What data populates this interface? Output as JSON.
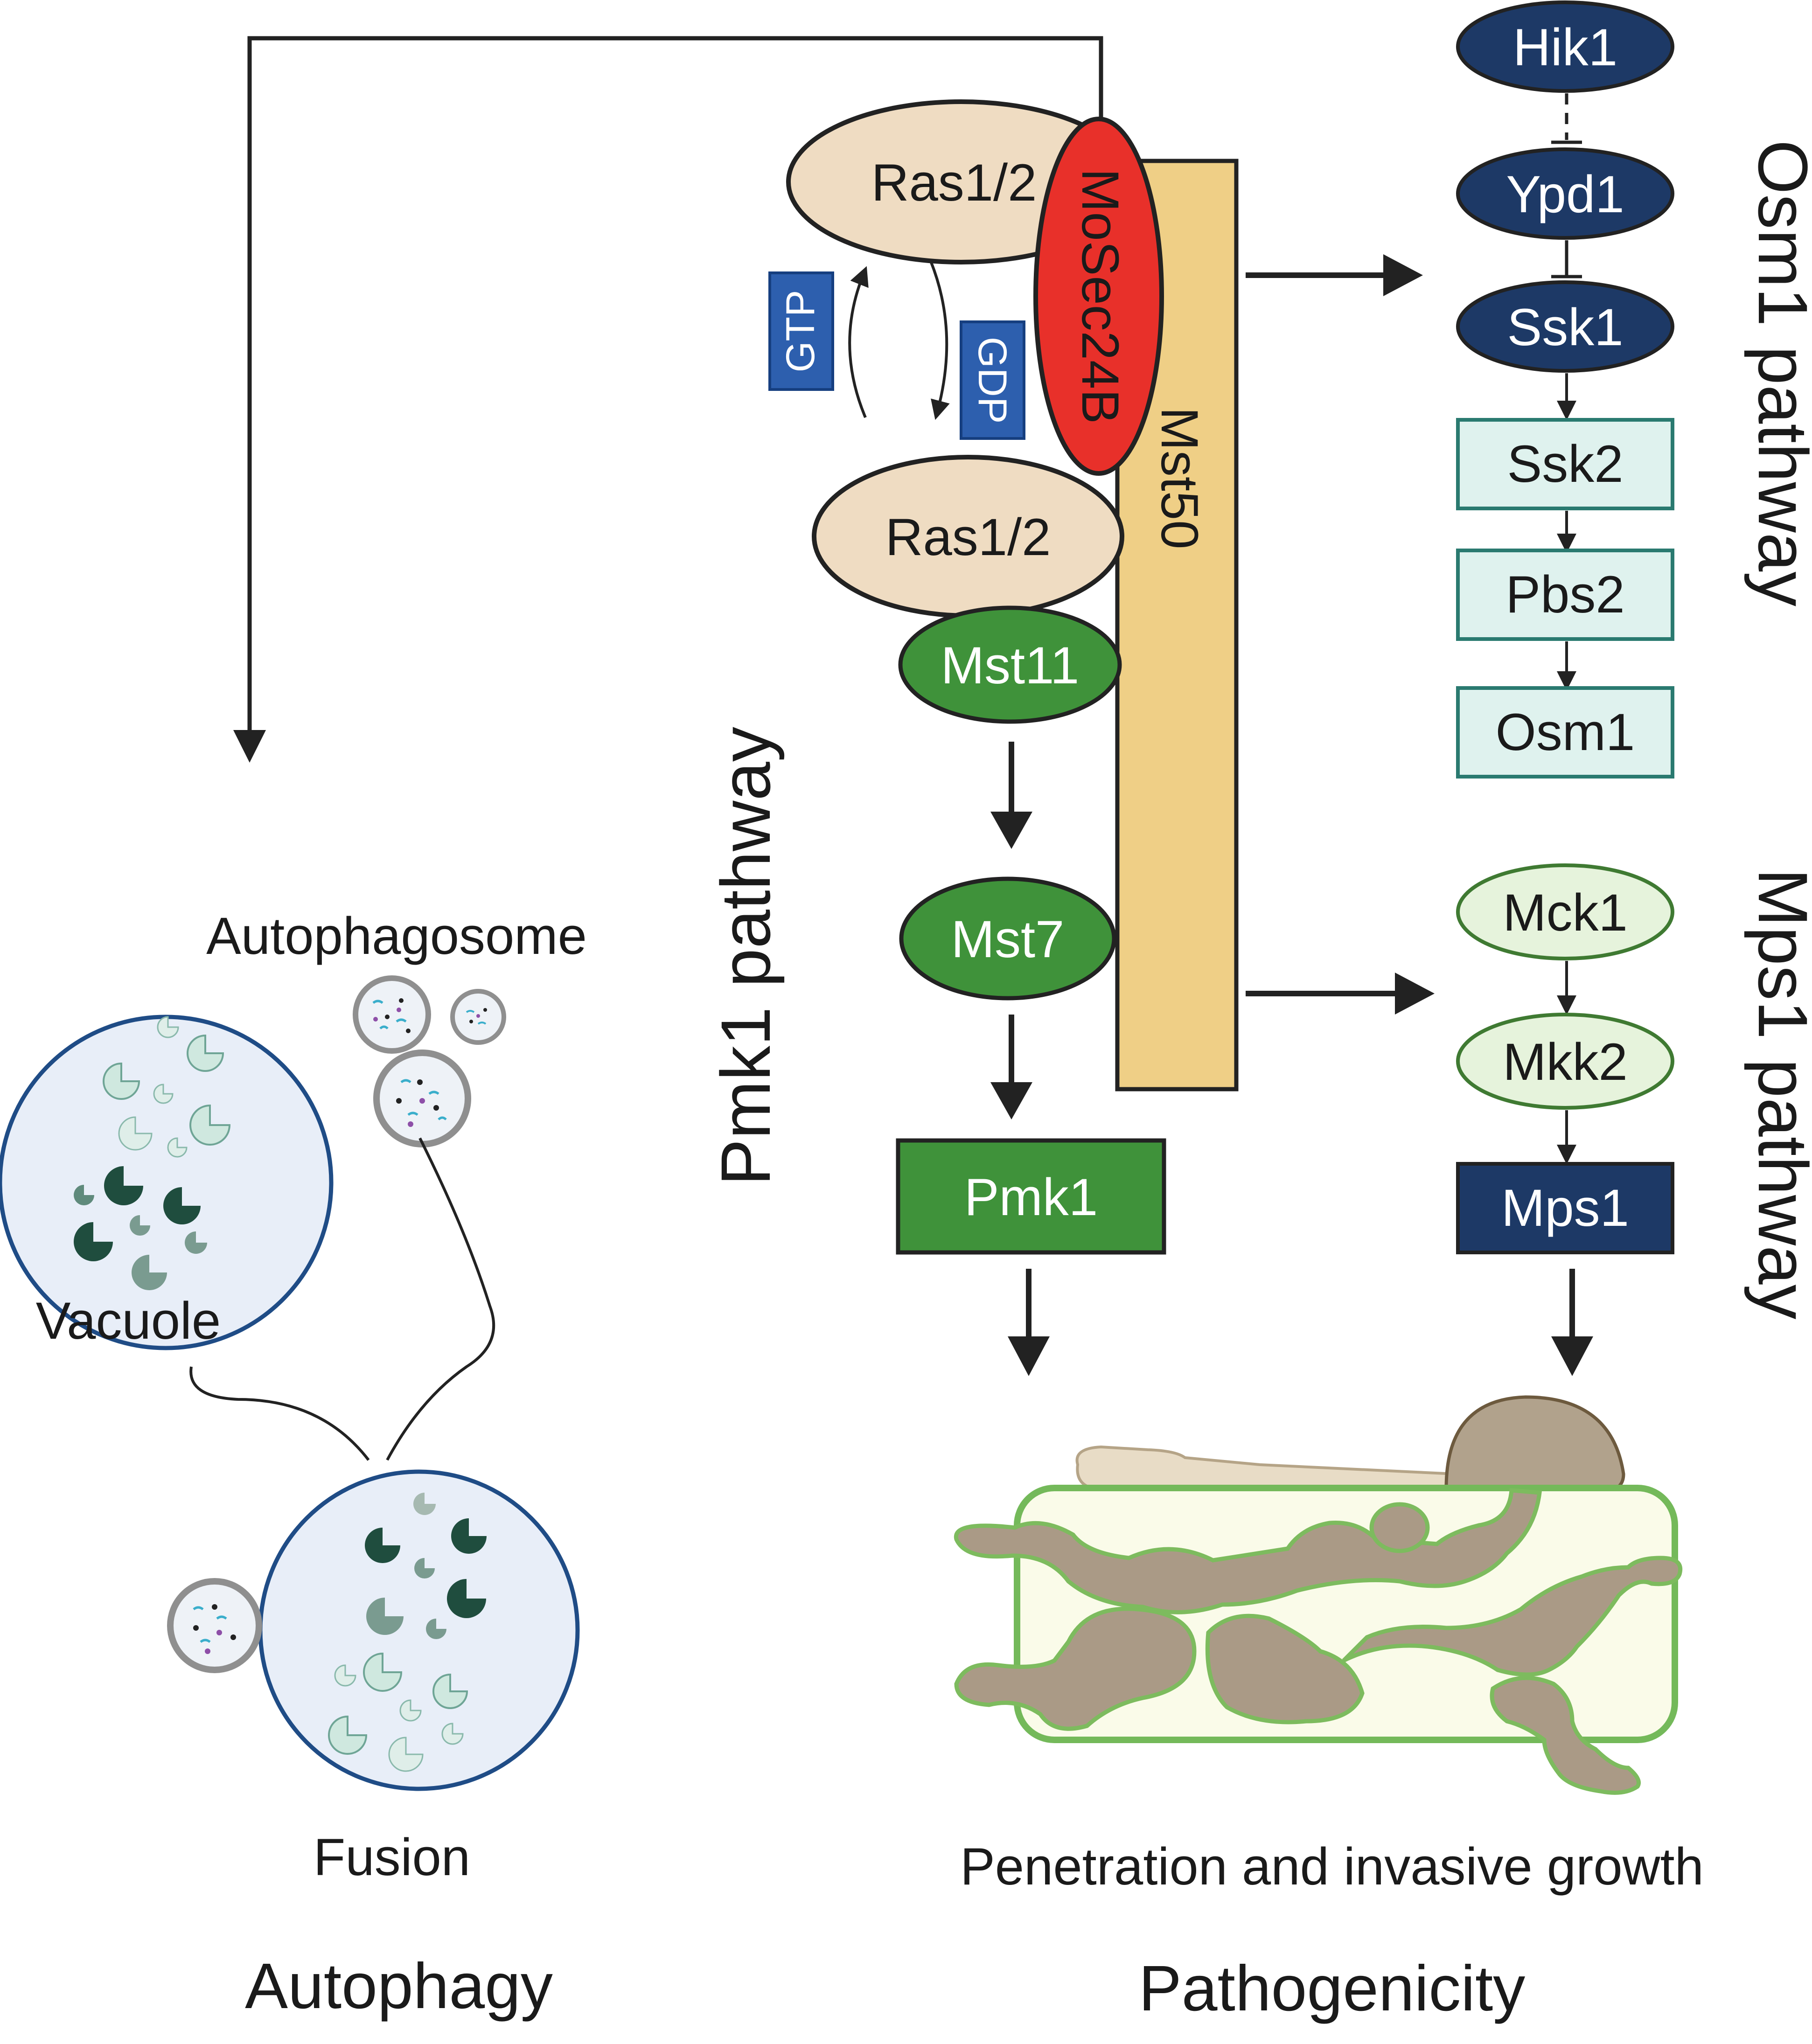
{
  "nodes": {
    "ras_top": "Ras1/2",
    "ras_bottom": "Ras1/2",
    "mosec24b": "MoSec24B",
    "mst50": "Mst50",
    "gtp": "GTP",
    "gdp": "GDP",
    "mst11": "Mst11",
    "mst7": "Mst7",
    "pmk1": "Pmk1",
    "hik1": "Hik1",
    "ypd1": "Ypd1",
    "ssk1": "Ssk1",
    "ssk2": "Ssk2",
    "pbs2": "Pbs2",
    "osm1": "Osm1",
    "mck1": "Mck1",
    "mkk2": "Mkk2",
    "mps1": "Mps1"
  },
  "pathways": {
    "pmk1": "Pmk1 pathway",
    "osm1": "Osm1 pathway",
    "mps1": "Mps1 pathway"
  },
  "autophagy": {
    "autophagosome": "Autophagosome",
    "vacuole": "Vacuole",
    "fusion": "Fusion",
    "title": "Autophagy"
  },
  "pathogenicity": {
    "caption": "Penetration and invasive growth",
    "title": "Pathogenicity"
  },
  "colors": {
    "ras": "#efdcc2",
    "mosec24b": "#e8302a",
    "mst50": "#efcf86",
    "green_dark": "#3f923a",
    "green_light": "#e6f3dc",
    "navy": "#1d3966",
    "teal_light": "#dff2ee",
    "gtp_box": "#2d5fae",
    "vacuole": "#e8eef8",
    "vacuole_border": "#1f4c86"
  }
}
